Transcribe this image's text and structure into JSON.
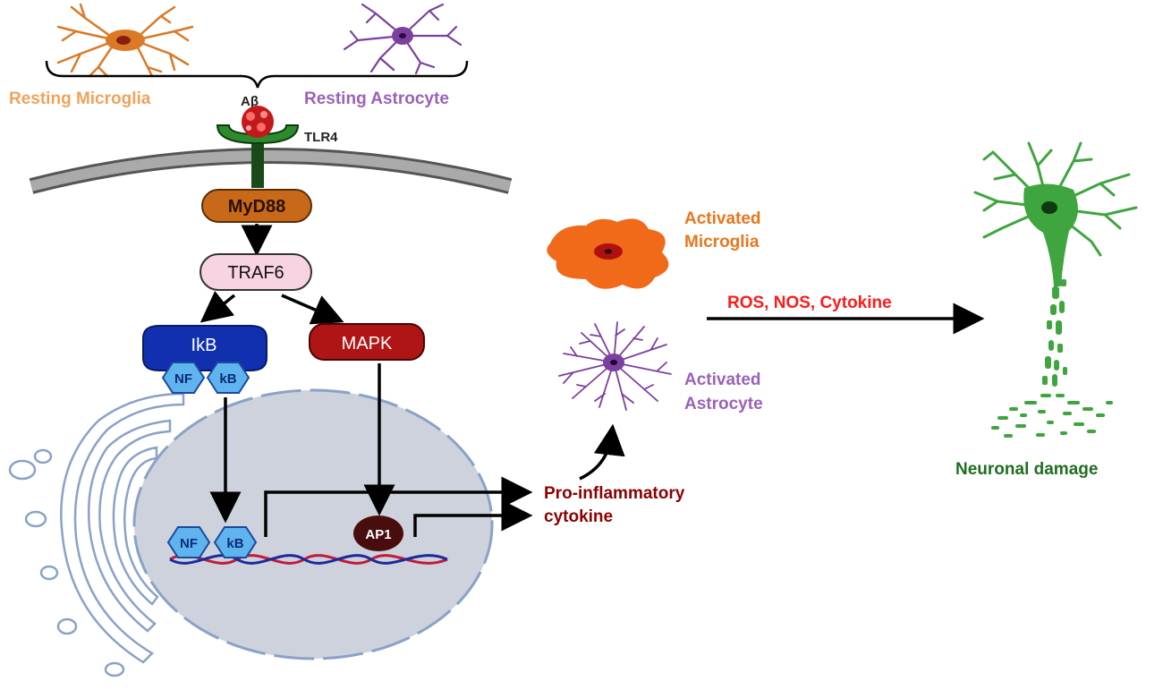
{
  "labels": {
    "resting_microglia": "Resting Microglia",
    "abeta": "Aβ",
    "resting_astrocyte": "Resting Astrocyte",
    "tlr4": "TLR4",
    "myd88": "MyD88",
    "traf6": "TRAF6",
    "ikb": "IkB",
    "nf": "NF",
    "kb": "kB",
    "mapk": "MAPK",
    "ap1": "AP1",
    "pro_inflammatory_line1": "Pro-inflammatory",
    "pro_inflammatory_line2": "cytokine",
    "activated_microglia_line1": "Activated",
    "activated_microglia_line2": "Microglia",
    "activated_astrocyte_line1": "Activated",
    "activated_astrocyte_line2": "Astrocyte",
    "ros_nos": "ROS, NOS, Cytokine",
    "neuronal_damage": "Neuronal damage"
  },
  "colors": {
    "microglia_orange": "#d97a26",
    "astrocyte_purple": "#7b3fa0",
    "myd88_fill": "#c8691a",
    "traf6_fill": "#f8d3e4",
    "ikb_fill": "#1030b0",
    "nfkb_fill": "#5fb4f0",
    "mapk_fill": "#b01515",
    "ap1_fill": "#4a0d0d",
    "neuron_green": "#3fa53f",
    "nucleus_fill": "#cdd2dc",
    "er_stroke": "#8aa2c8"
  }
}
